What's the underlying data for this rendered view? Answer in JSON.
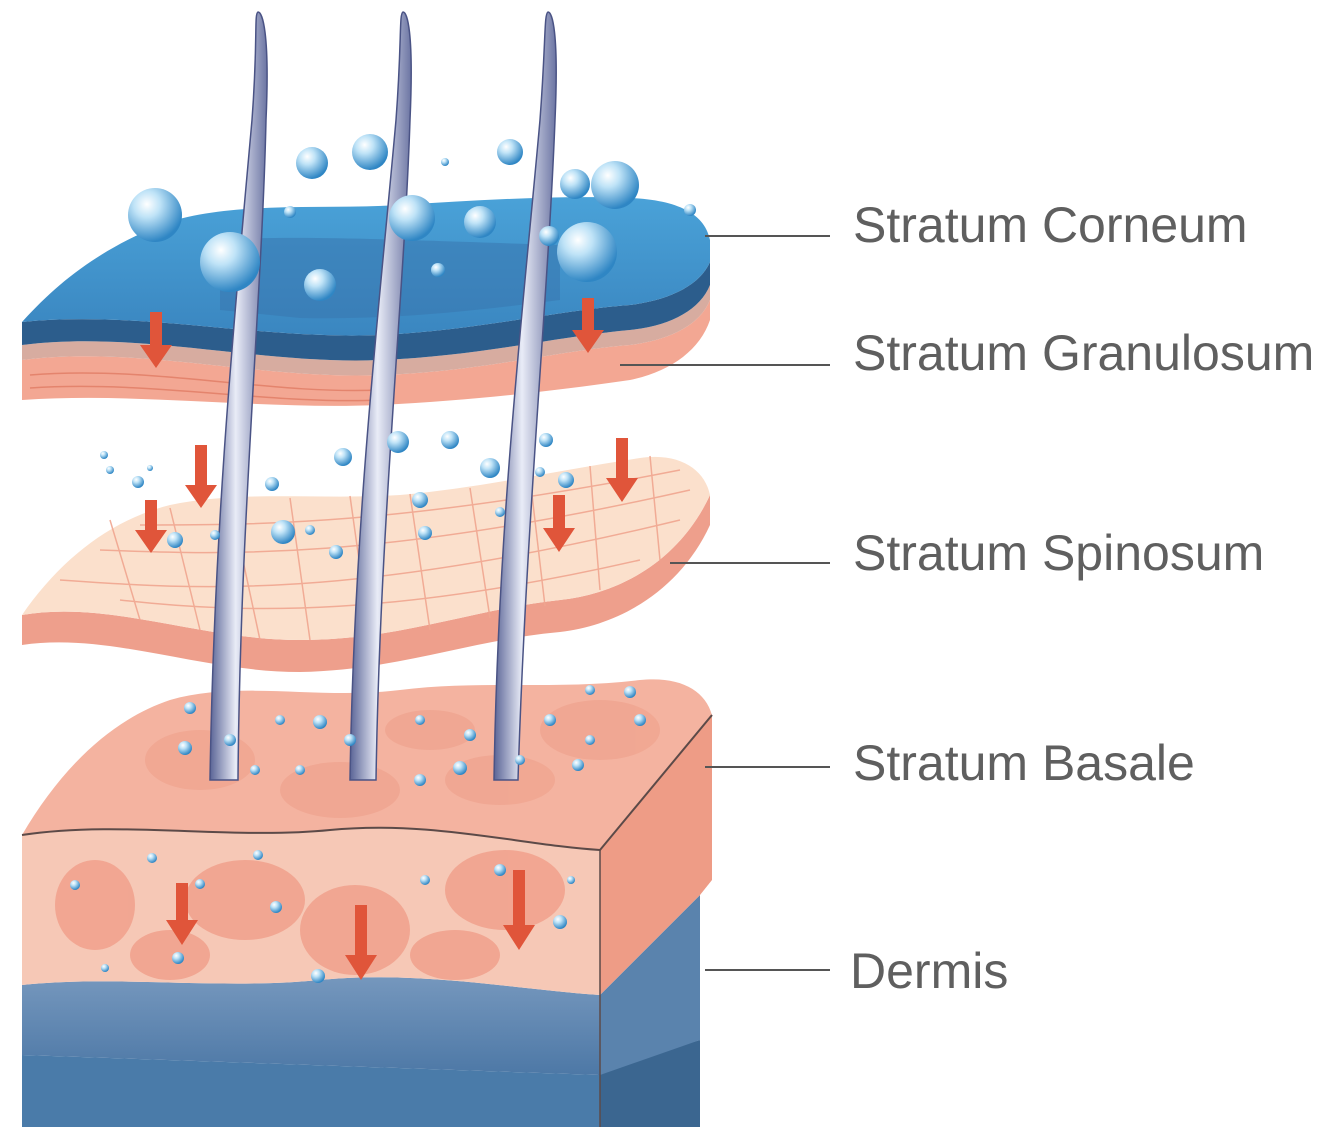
{
  "labels": {
    "corneum": "Stratum Corneum",
    "granulosum": "Stratum Granulosum",
    "spinosum": "Stratum Spinosum",
    "basale": "Stratum Basale",
    "dermis": "Dermis"
  },
  "colors": {
    "corneum_blue": "#3f8fc9",
    "corneum_dark": "#2a5f8e",
    "granular_pink": "#d9aea2",
    "layer_salmon": "#f2b8a4",
    "spinosum_cream": "#f9dcc7",
    "basale_pink": "#f3bfae",
    "dermis_blue": "#6b8fb6",
    "arrow_red": "#e0553a",
    "needle_steel": "#9aa4c6",
    "leader_line": "#555555",
    "label_text": "#5f5f5f"
  }
}
